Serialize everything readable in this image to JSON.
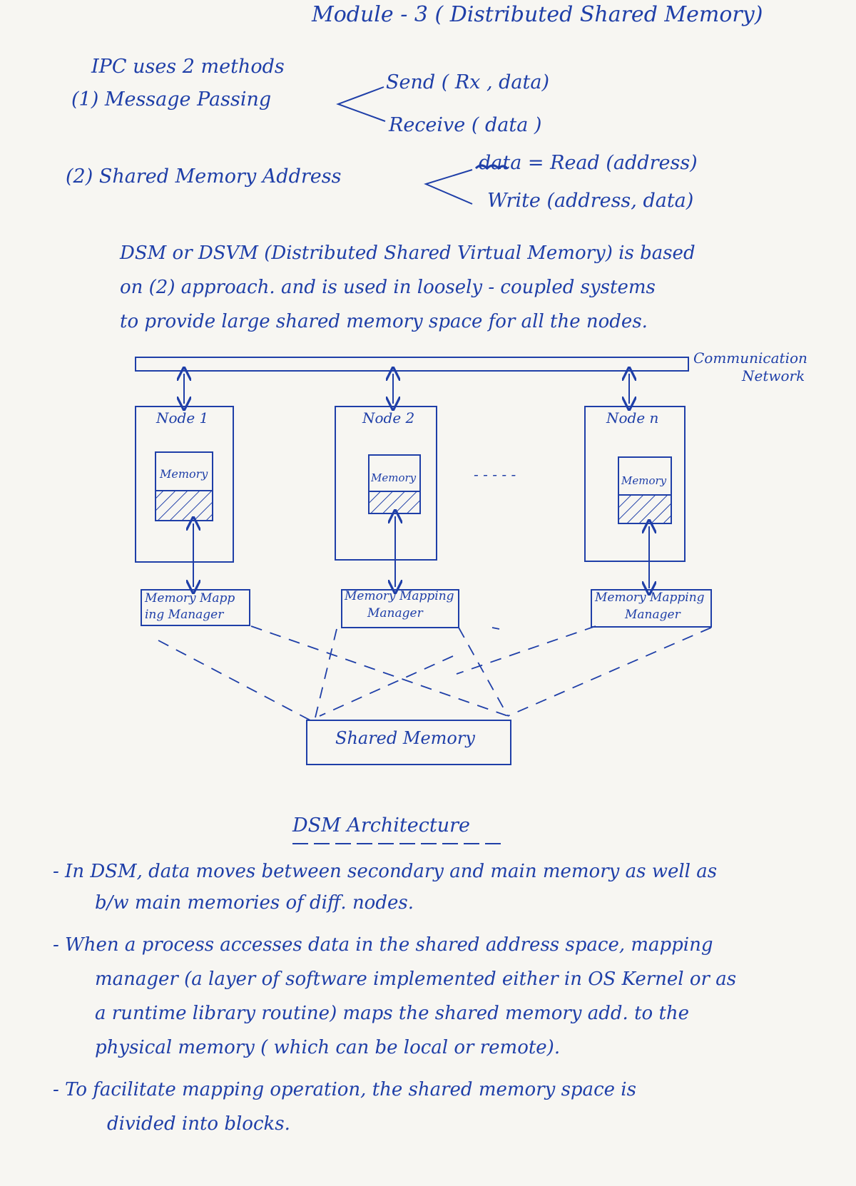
{
  "header": {
    "title": "Module - 3 ( Distributed Shared Memory)"
  },
  "ipc": {
    "intro": "IPC uses 2 methods",
    "method1": "(1)  Message Passing",
    "send": "Send ( Rx , data)",
    "receive": "Receive ( data )",
    "method2": "(2)   Shared Memory Address",
    "read": "data = Read (address)",
    "write": "Write (address, data)"
  },
  "dsm_intro": {
    "line1": "DSM or DSVM (Distributed Shared Virtual Memory) is based",
    "line2": "on (2) approach. and is used in loosely - coupled systems",
    "line3": "to provide large shared memory space for all the nodes."
  },
  "diagram": {
    "network_label_1": "Communication",
    "network_label_2": "Network",
    "nodes": [
      {
        "name": "Node 1",
        "memory": "Memory",
        "manager_1": "Memory Mapp",
        "manager_2": "ing Manager"
      },
      {
        "name": "Node 2",
        "memory": "Memory",
        "manager_1": "Memory Mapping",
        "manager_2": "Manager"
      },
      {
        "name": "Node n",
        "memory": "Memory",
        "manager_1": "Memory Mapping",
        "manager_2": "Manager"
      }
    ],
    "ellipsis": "- - - - -",
    "shared_memory": "Shared Memory",
    "caption": "DSM Architecture"
  },
  "notes": {
    "bullet1_line1": "- In DSM, data moves between secondary and main memory as well as",
    "bullet1_line2": "b/w main memories of diff. nodes.",
    "bullet2_line1": "- When a process accesses data in the shared address space, mapping",
    "bullet2_line2": "manager (a layer of software implemented either in OS Kernel or as",
    "bullet2_line3": "a runtime library routine) maps the shared memory add. to the",
    "bullet2_line4": "physical memory ( which can be local or remote).",
    "bullet3_line1": "- To facilitate mapping operation, the shared memory space is",
    "bullet3_line2": "divided into blocks."
  },
  "colors": {
    "ink": "#1f3fa8",
    "paper": "#f7f6f2"
  }
}
